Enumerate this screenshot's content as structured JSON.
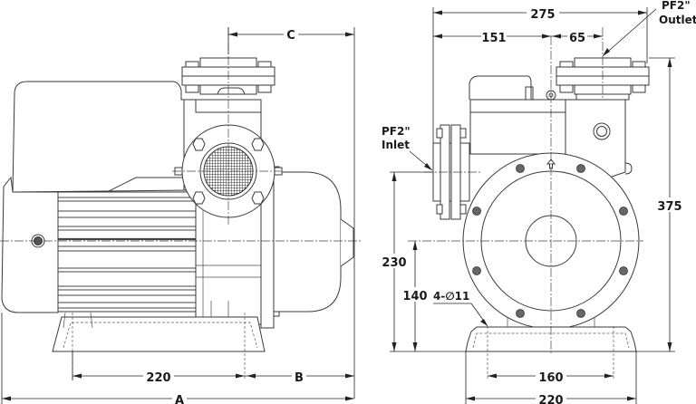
{
  "drawing": {
    "title": "Pump dimension drawing",
    "side_view": {
      "dimensions": {
        "overall_length": "A",
        "pump_end_length": "B",
        "outlet_offset": "C",
        "base_hole_spacing": "220"
      }
    },
    "front_view": {
      "dimensions": {
        "overall_width": "275",
        "inlet_to_center": "151",
        "center_to_outlet": "65",
        "overall_height": "375",
        "inlet_height": "230",
        "shaft_center_height": "140",
        "base_hole_spacing": "160",
        "base_width": "220"
      },
      "callouts": {
        "outlet_size": "PF2\"",
        "outlet_label": "Outlet",
        "inlet_size": "PF2\"",
        "inlet_label": "Inlet",
        "mounting_holes": "4-∅11"
      }
    },
    "colors": {
      "line": "#3a3a3a",
      "background": "#ffffff"
    }
  }
}
